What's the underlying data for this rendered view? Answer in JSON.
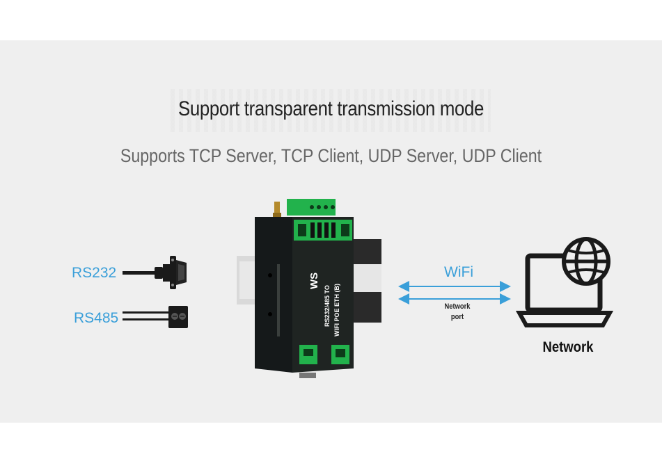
{
  "heading": "Support transparent transmission mode",
  "subheading": "Supports TCP Server, TCP Client, UDP Server, UDP Client",
  "interfaces": {
    "rs232": "RS232",
    "rs485": "RS485"
  },
  "link": {
    "wifi": "WiFi",
    "network_port_line1": "Network",
    "network_port_line2": "port"
  },
  "network_label": "Network",
  "device": {
    "logo": "WS",
    "model_line1": "RS232/485 TO",
    "model_line2": "WIFI POE ETH (B)"
  },
  "colors": {
    "accent_blue": "#3a9fd9",
    "device_body": "#1f2422",
    "terminal_green": "#22b24c",
    "panel_bg": "#efefef"
  }
}
